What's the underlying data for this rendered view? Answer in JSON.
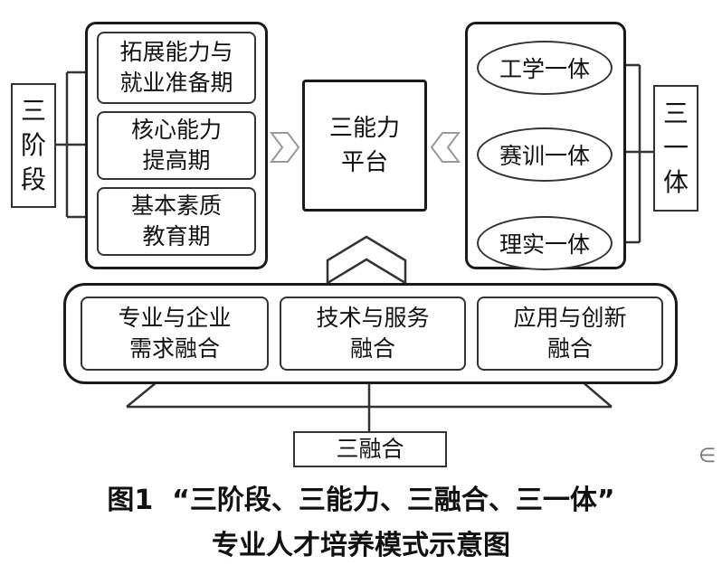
{
  "stages": {
    "label": "三\n阶\n段",
    "items": [
      "拓展能力与\n就业准备期",
      "核心能力\n提高期",
      "基本素质\n教育期"
    ]
  },
  "platform": {
    "label": "三能力\n平台"
  },
  "integration": {
    "label": "三\n一\n体",
    "items": [
      "工学一体",
      "赛训一体",
      "理实一体"
    ]
  },
  "fusion": {
    "label": "三融合",
    "items": [
      "专业与企业\n需求融合",
      "技术与服务\n融合",
      "应用与创新\n融合"
    ]
  },
  "margin_mark": "∈",
  "caption": {
    "line1": "图1  “三阶段、三能力、三融合、三一体”",
    "line2": "专业人才培养模式示意图"
  }
}
